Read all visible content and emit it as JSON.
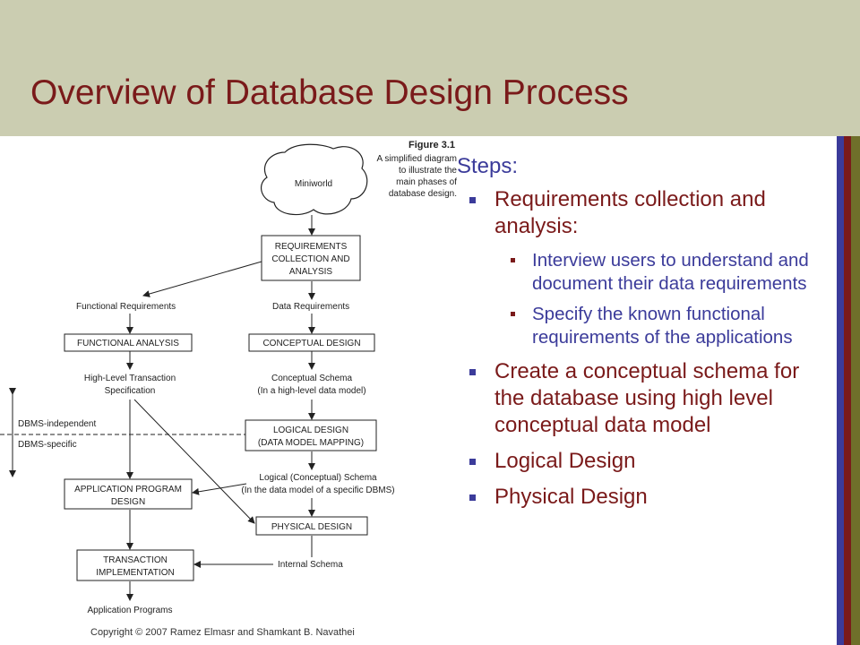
{
  "slide": {
    "title": "Overview of Database Design Process",
    "copyright": "Copyright © 2007 Ramez Elmasr and Shamkant B. Navathei",
    "colors": {
      "header_bg": "#cbcdb1",
      "title": "#7a1a1a",
      "body_blue": "#3b3b9a",
      "stripes": [
        "#3b3b9a",
        "#7a1a1a",
        "#6f6f2a"
      ]
    }
  },
  "figure": {
    "figure_label": "Figure 3.1",
    "caption_lines": [
      "A simplified diagram",
      "to illustrate the",
      "main phases of",
      "database design."
    ],
    "miniworld": "Miniworld",
    "requirements_box": [
      "REQUIREMENTS",
      "COLLECTION AND",
      "ANALYSIS"
    ],
    "functional_requirements": "Functional Requirements",
    "data_requirements": "Data Requirements",
    "functional_analysis": "FUNCTIONAL ANALYSIS",
    "conceptual_design": "CONCEPTUAL DESIGN",
    "high_level_spec": [
      "High-Level Transaction",
      "Specification"
    ],
    "conceptual_schema": [
      "Conceptual Schema",
      "(In a high-level data model)"
    ],
    "dbms_independent": "DBMS-independent",
    "dbms_specific": "DBMS-specific",
    "logical_design_box": [
      "LOGICAL DESIGN",
      "(DATA MODEL MAPPING)"
    ],
    "logical_schema": [
      "Logical (Conceptual) Schema",
      "(In the data model of a specific DBMS)"
    ],
    "app_program_box": [
      "APPLICATION PROGRAM",
      "DESIGN"
    ],
    "physical_design": "PHYSICAL DESIGN",
    "transaction_box": [
      "TRANSACTION",
      "IMPLEMENTATION"
    ],
    "internal_schema": "Internal Schema",
    "application_programs": "Application Programs"
  },
  "content": {
    "steps_title": "Steps:",
    "items": [
      {
        "text": "Requirements collection and analysis:",
        "sub": [
          "Interview users to understand and document their data requirements",
          "Specify the known functional requirements of the applications"
        ]
      },
      {
        "text": "Create a conceptual schema for the database using high level conceptual data model"
      },
      {
        "text": "Logical Design"
      },
      {
        "text": "Physical Design"
      }
    ]
  }
}
